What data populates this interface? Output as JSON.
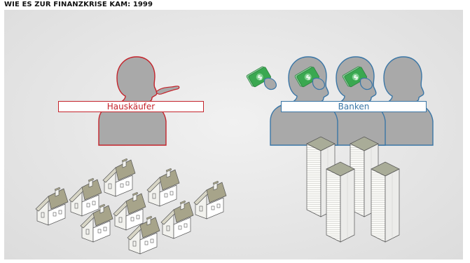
{
  "title": "WIE ES ZUR FINANZKRISE KAM: 1999",
  "labels": {
    "buyer": "Hauskäufer",
    "banks": "Banken"
  },
  "colors": {
    "buyer": "#c4242c",
    "banks": "#3a76a6",
    "money": "#3aa850",
    "figure": "#a9a9a9",
    "house_roof": "#a7a48a",
    "building_top": "#a9ac98"
  },
  "icons": [
    "homebuyer-figure",
    "banker-figure",
    "money-bills",
    "house-icon",
    "skyscraper-icon"
  ]
}
